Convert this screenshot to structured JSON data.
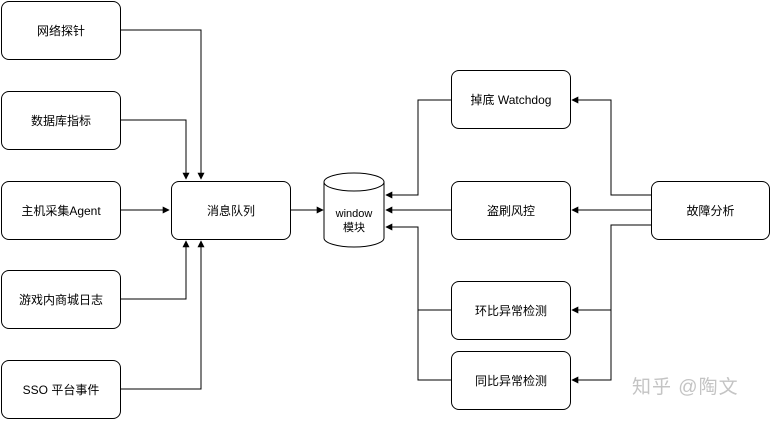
{
  "nodes": {
    "network_probe": "网络探针",
    "db_metrics": "数据库指标",
    "host_agent": "主机采集Agent",
    "game_mall_log": "游戏内商城日志",
    "sso_events": "SSO 平台事件",
    "message_queue": "消息队列",
    "window_module_line1": "window",
    "window_module_line2": "模块",
    "watchdog": "掉底 Watchdog",
    "risk_control": "盗刷风控",
    "mom_anomaly": "环比异常检测",
    "yoy_anomaly": "同比异常检测",
    "fault_analysis": "故障分析"
  },
  "watermark": "知乎 @陶文",
  "colors": {
    "stroke": "#000000",
    "fill": "#ffffff",
    "watermark": "#c4c4c4"
  }
}
